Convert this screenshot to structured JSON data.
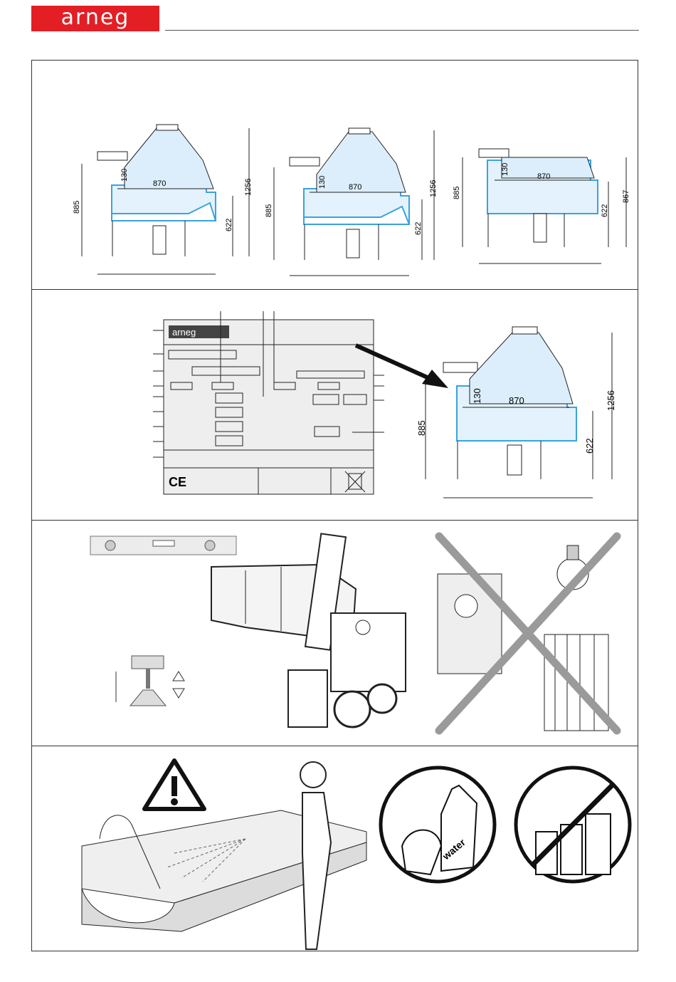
{
  "header": {
    "logo_text": "arneg"
  },
  "section1": {
    "units": [
      {
        "glass_depth": "870",
        "shelf_height": "130",
        "total_height": "1256",
        "counter_height": "885",
        "base_height": "622"
      },
      {
        "glass_depth": "870",
        "shelf_height": "130",
        "total_height": "1256",
        "counter_height": "885",
        "base_height": "622"
      },
      {
        "glass_depth": "870",
        "shelf_height": "130",
        "total_height": "867",
        "counter_height": "885",
        "base_height": "622"
      }
    ]
  },
  "section2": {
    "plate_logo": "arneg",
    "ce_mark": "CE",
    "unit": {
      "glass_depth": "870",
      "shelf_height": "130",
      "total_height": "1256",
      "counter_height": "885",
      "base_height": "622"
    }
  },
  "section4": {
    "bottle_label": "water"
  },
  "colors": {
    "brand_red": "#e31e24",
    "glass_blue": "#d9eefb",
    "case_line": "#3aa3dd",
    "prohibition_gray": "#9a9a9a"
  }
}
